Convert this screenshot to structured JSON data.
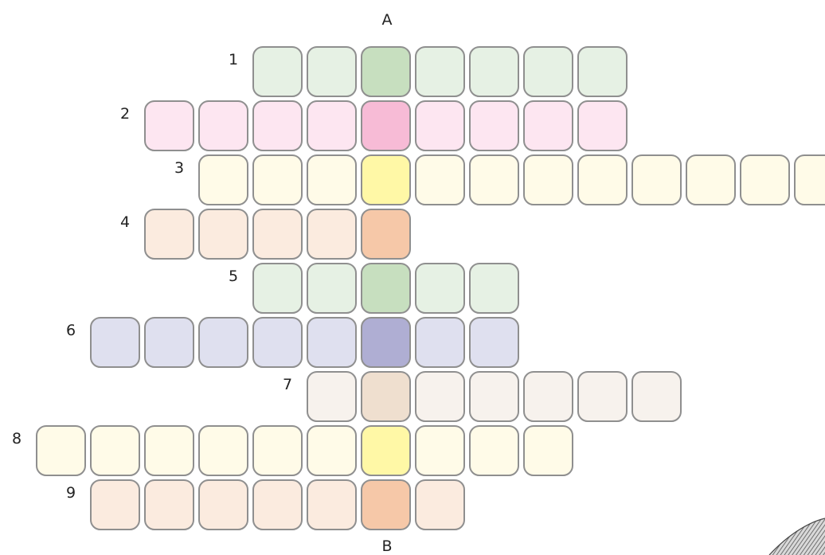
{
  "column_labels": {
    "top": "A",
    "bottom": "B"
  },
  "colors": {
    "green": {
      "cell": "#e6f1e4",
      "highlight": "#c7dfbf"
    },
    "pink": {
      "cell": "#fde6f1",
      "highlight": "#f7bbd6"
    },
    "yellow": {
      "cell": "#fffbe8",
      "highlight": "#fff8a6"
    },
    "peach": {
      "cell": "#fbebdf",
      "highlight": "#f6c8a8"
    },
    "lilac": {
      "cell": "#dfe0ef",
      "highlight": "#afaed3"
    },
    "beige": {
      "cell": "#f7f2ed",
      "highlight": "#efdfcf"
    }
  },
  "rows": [
    {
      "number": "1",
      "color": "green",
      "length": 7,
      "highlight_index": 2
    },
    {
      "number": "2",
      "color": "pink",
      "length": 9,
      "highlight_index": 4
    },
    {
      "number": "3",
      "color": "yellow",
      "length": 12,
      "highlight_index": 3
    },
    {
      "number": "4",
      "color": "peach",
      "length": 5,
      "highlight_index": 4
    },
    {
      "number": "5",
      "color": "green",
      "length": 5,
      "highlight_index": 2
    },
    {
      "number": "6",
      "color": "lilac",
      "length": 8,
      "highlight_index": 5
    },
    {
      "number": "7",
      "color": "beige",
      "length": 7,
      "highlight_index": 1
    },
    {
      "number": "8",
      "color": "yellow",
      "length": 10,
      "highlight_index": 6
    },
    {
      "number": "9",
      "color": "peach",
      "length": 7,
      "highlight_index": 5
    }
  ]
}
